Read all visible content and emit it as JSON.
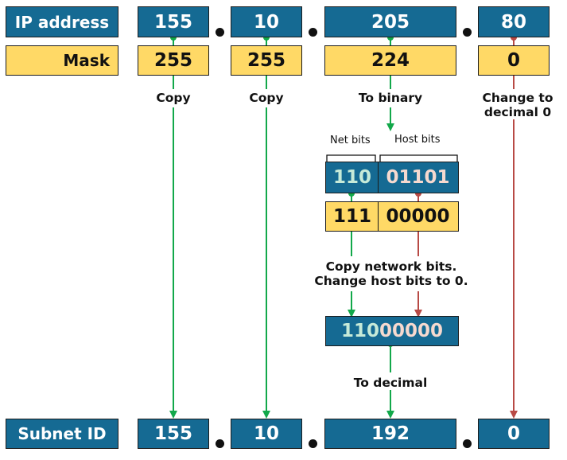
{
  "labels": {
    "ip_address": "IP address",
    "mask": "Mask",
    "subnet_id": "Subnet ID"
  },
  "ip_octets": [
    "155",
    "10",
    "205",
    "80"
  ],
  "mask_octets": [
    "255",
    "255",
    "224",
    "0"
  ],
  "subnet_octets": [
    "155",
    "10",
    "192",
    "0"
  ],
  "steps": {
    "copy_1": "Copy",
    "copy_2": "Copy",
    "to_binary": "To binary",
    "change_line1": "Change to",
    "change_line2": "decimal 0",
    "copy_network_line1": "Copy network bits.",
    "copy_network_line2": "Change host bits to 0.",
    "to_decimal": "To decimal"
  },
  "binary": {
    "net_bits_label": "Net bits",
    "host_bits_label": "Host bits",
    "ip_net": "110",
    "ip_host": "01101",
    "mask_net": "111",
    "mask_host": "00000",
    "result": "11000000"
  },
  "colors": {
    "blue_box": "#156a93",
    "yellow_box": "#ffd966",
    "green_arrow": "#12a84a",
    "red_arrow": "#b84a45",
    "net_digits": "#c6ead8",
    "host_digits": "#f6d9cf"
  }
}
